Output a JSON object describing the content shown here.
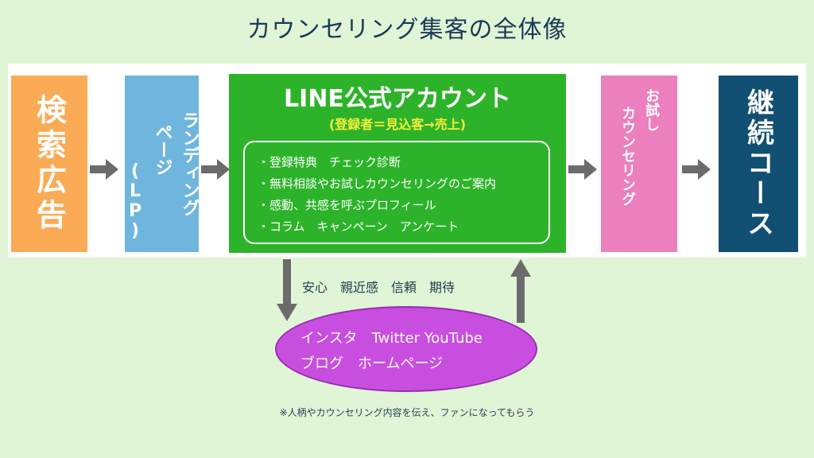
{
  "title": "カウンセリング集客の全体像",
  "steps": {
    "search_ads": "検索広告",
    "lp": {
      "line1": "ランディング",
      "line2": "ページ",
      "line3": "(LP)"
    },
    "line_official": {
      "title": "LINE公式アカウント",
      "subtitle": "(登録者＝見込客→売上)",
      "items": [
        "・登録特典　チェック診断",
        "・無料相談やお試しカウンセリングのご案内",
        "・感動、共感を呼ぶプロフィール",
        "・コラム　キャンペーン　アンケート"
      ]
    },
    "trial": {
      "line1": "お試し",
      "line2": "カウンセリング"
    },
    "course": "継続コース"
  },
  "feedback_label": "安心　親近感　信頼　期待",
  "sns": {
    "line1": "インスタ　Twitter YouTube",
    "line2": "ブログ　ホームページ"
  },
  "note": "※人柄やカウンセリング内容を伝え、ファンになってもらう",
  "colors": {
    "background": "#dff5d6",
    "search_ads": "#fbab55",
    "lp": "#6fb6de",
    "line_official": "#2db32a",
    "trial": "#ec7fbd",
    "course": "#114f73",
    "sns": "#c84ee0",
    "arrow": "#6b6b6b"
  }
}
